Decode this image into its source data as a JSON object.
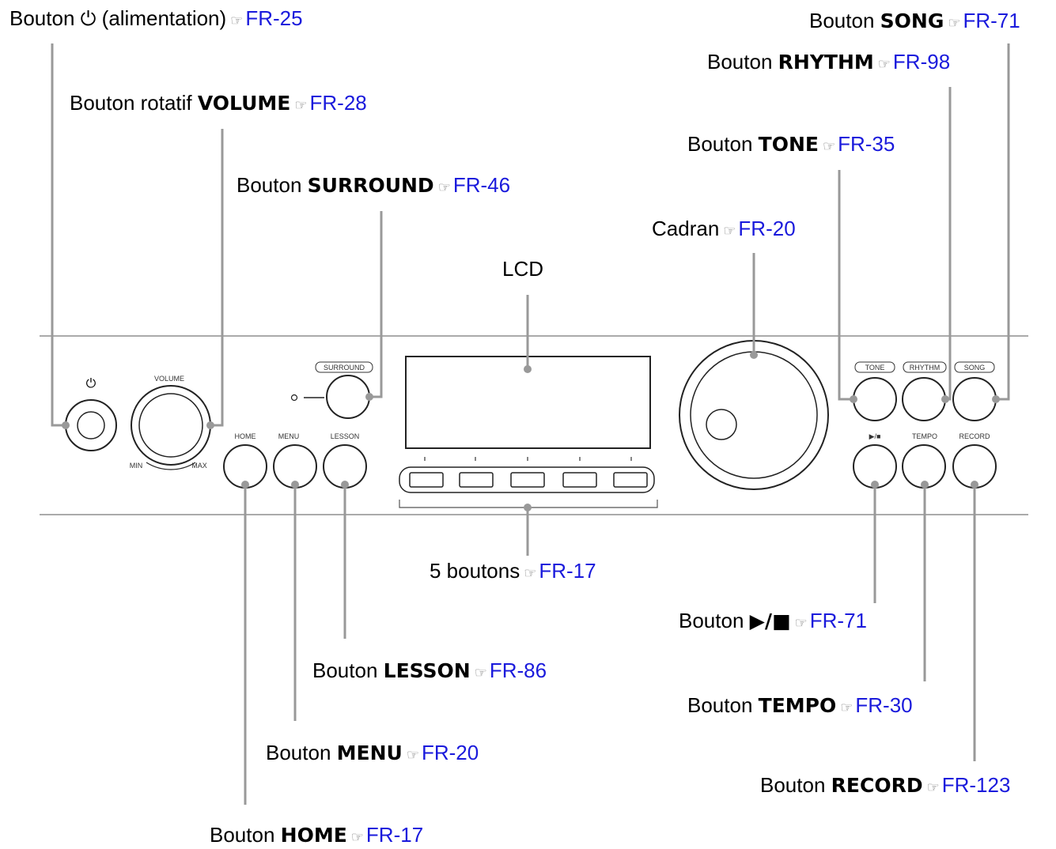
{
  "ref_symbol": "☞",
  "colors": {
    "leader": "#999999",
    "ref": "#1a1adc",
    "panel_line": "#aaaaaa"
  },
  "callouts": {
    "power": {
      "pre": "Bouton",
      "name": "⏻",
      "post": "(alimentation)",
      "ref": "FR-25"
    },
    "volume": {
      "pre": "Bouton rotatif",
      "name": "VOLUME",
      "post": "",
      "ref": "FR-28"
    },
    "surround": {
      "pre": "Bouton",
      "name": "SURROUND",
      "post": "",
      "ref": "FR-46"
    },
    "lcd": {
      "pre": "LCD"
    },
    "dial": {
      "pre": "Cadran",
      "ref": "FR-20"
    },
    "tone": {
      "pre": "Bouton",
      "name": "TONE",
      "ref": "FR-35"
    },
    "rhythm": {
      "pre": "Bouton",
      "name": "RHYTHM",
      "ref": "FR-98"
    },
    "song": {
      "pre": "Bouton",
      "name": "SONG",
      "ref": "FR-71"
    },
    "five": {
      "pre": "5 boutons",
      "ref": "FR-17"
    },
    "play": {
      "pre": "Bouton",
      "name": "▶/■",
      "ref": "FR-71"
    },
    "lesson": {
      "pre": "Bouton",
      "name": "LESSON",
      "ref": "FR-86"
    },
    "tempo": {
      "pre": "Bouton",
      "name": "TEMPO",
      "ref": "FR-30"
    },
    "menu": {
      "pre": "Bouton",
      "name": "MENU",
      "ref": "FR-20"
    },
    "record": {
      "pre": "Bouton",
      "name": "RECORD",
      "ref": "FR-123"
    },
    "home": {
      "pre": "Bouton",
      "name": "HOME",
      "ref": "FR-17"
    }
  },
  "panel_labels": {
    "power": "⏻",
    "volume": "VOLUME",
    "min": "MIN",
    "max": "MAX",
    "surround": "SURROUND",
    "home": "HOME",
    "menu": "MENU",
    "lesson": "LESSON",
    "tone": "TONE",
    "rhythm": "RHYTHM",
    "song": "SONG",
    "play": "▶/■",
    "tempo": "TEMPO",
    "record": "RECORD"
  }
}
